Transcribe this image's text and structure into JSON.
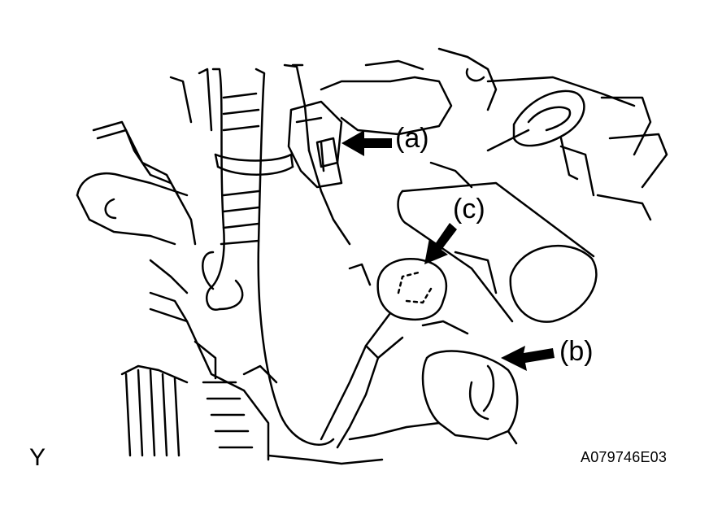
{
  "callouts": {
    "a": "(a)",
    "b": "(b)",
    "c": "(c)"
  },
  "view_letter": "Y",
  "figure_code": "A079746E03",
  "colors": {
    "line": "#000000",
    "background": "#ffffff"
  }
}
